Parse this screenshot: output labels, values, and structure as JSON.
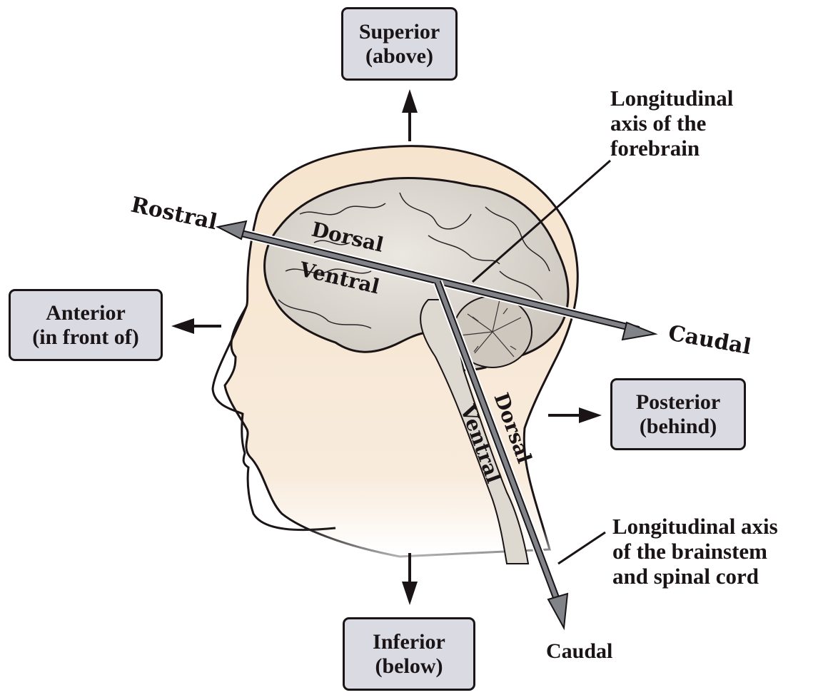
{
  "figure": {
    "title": "Anatomical directional terms for the human brain and spinal cord",
    "colors": {
      "label_box_fill": "#d9dae2",
      "skin": "#f6e6d2",
      "brain": "#d8d3cb",
      "axis_arrow": "#808388",
      "ink": "#1a1416"
    }
  },
  "direction_boxes": {
    "superior": {
      "line1": "Superior",
      "line2": "(above)"
    },
    "anterior": {
      "line1": "Anterior",
      "line2": "(in front of)"
    },
    "posterior": {
      "line1": "Posterior",
      "line2": "(behind)"
    },
    "inferior": {
      "line1": "Inferior",
      "line2": "(below)"
    }
  },
  "forebrain_axis": {
    "rostral_label": "Rostral",
    "caudal_label": "Caudal",
    "dorsal_label": "Dorsal",
    "ventral_label": "Ventral",
    "callout": [
      "Longitudinal",
      "axis of the",
      "forebrain"
    ]
  },
  "brainstem_axis": {
    "dorsal_label": "Dorsal",
    "ventral_label": "Ventral",
    "caudal_label": "Caudal",
    "callout": [
      "Longitudinal axis",
      "of the brainstem",
      "and spinal cord"
    ]
  }
}
